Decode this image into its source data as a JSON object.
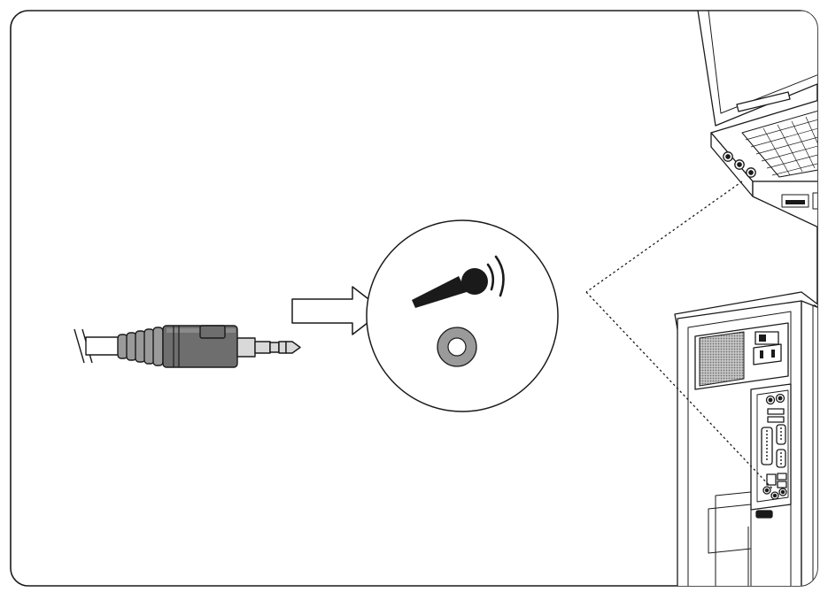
{
  "diagram": {
    "topic": "microphone-jack-connection",
    "port_symbol": "microphone-icon",
    "port_connector": "mic-port-ring-icon",
    "devices": [
      "laptop",
      "desktop-tower"
    ],
    "colors": {
      "outline": "#1a1a1a",
      "plug_body": "#6e6e6e",
      "plug_metal": "#bdbdbd",
      "port_ring": "#9a9a9a",
      "vent_grille": "#8c8c8c",
      "background": "#ffffff"
    }
  }
}
